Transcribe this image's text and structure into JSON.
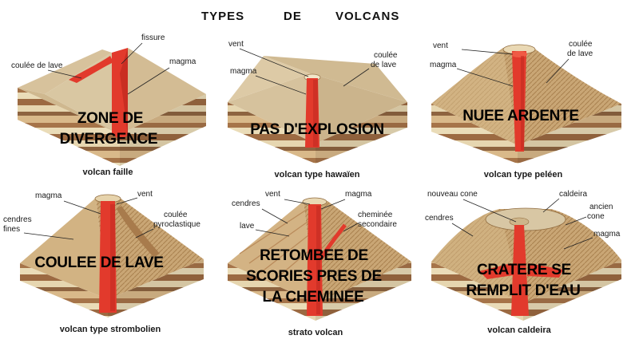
{
  "title": "TYPES DE VOLCANS",
  "title_words": [
    "TYPES",
    "DE",
    "VOLCANS"
  ],
  "colors": {
    "lava": "#e23a2c",
    "lava_dark": "#b9261c",
    "rock_top": "#d7c29c",
    "rock_side": "#b48757",
    "layer_light": "#e6d6b0",
    "layer_mid": "#c89868",
    "layer_dark": "#8e6440"
  },
  "panels": [
    {
      "caption": "volcan faille",
      "overlay": [
        "ZONE DE",
        "DIVERGENCE"
      ],
      "labels": [
        "fissure",
        "coulée de lave",
        "magma"
      ]
    },
    {
      "caption": "volcan type hawaïen",
      "overlay": [
        "PAS D'EXPLOSION"
      ],
      "labels": [
        "vent",
        "coulée",
        "de lave",
        "magma"
      ]
    },
    {
      "caption": "volcan type peléen",
      "overlay": [
        "NUEE ARDENTE"
      ],
      "labels": [
        "vent",
        "coulée",
        "de lave",
        "magma"
      ]
    },
    {
      "caption": "volcan type strombolien",
      "overlay": [
        "COULEE DE LAVE"
      ],
      "labels": [
        "magma",
        "vent",
        "cendres",
        "fines",
        "coulée",
        "pyroclastique"
      ]
    },
    {
      "caption": "strato volcan",
      "overlay": [
        "RETOMBEE DE",
        "SCORIES PRES DE",
        "LA CHEMINEE"
      ],
      "labels": [
        "cendres",
        "vent",
        "magma",
        "cheminée",
        "secondaire",
        "lave"
      ]
    },
    {
      "caption": "volcan caldeira",
      "overlay": [
        "CRATERE SE",
        "REMPLIT D'EAU"
      ],
      "labels": [
        "nouveau cone",
        "caldeira",
        "ancien",
        "cone",
        "cendres",
        "magma"
      ]
    }
  ]
}
